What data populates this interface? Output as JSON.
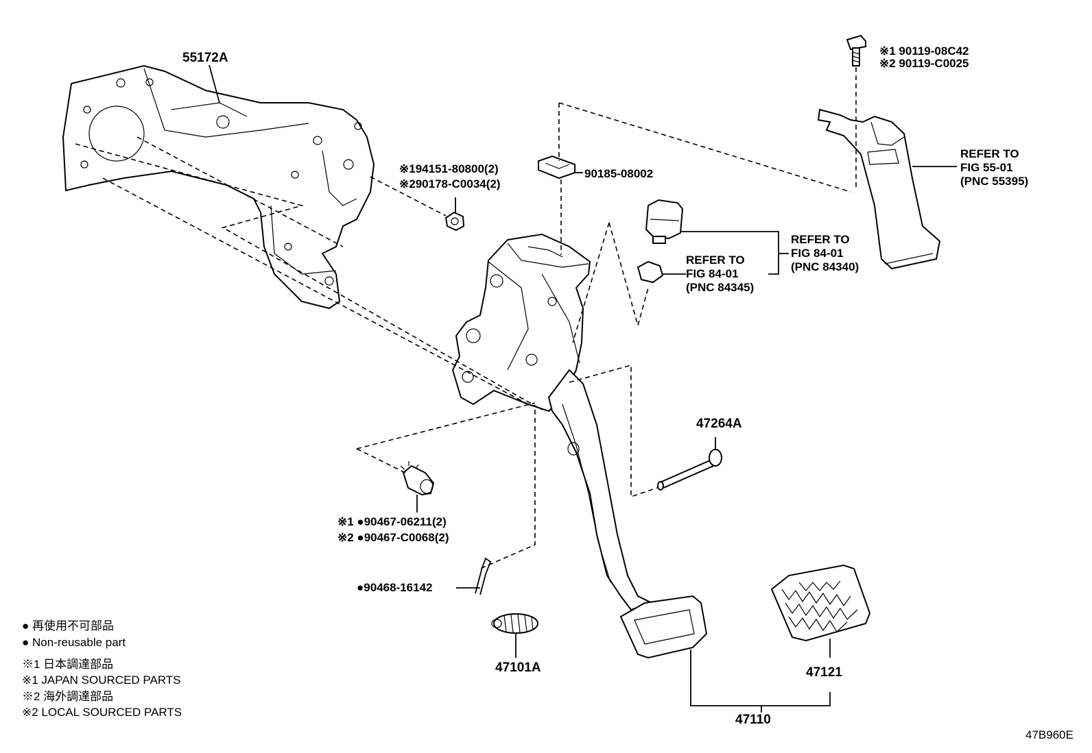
{
  "diagram_id": "47B960E",
  "parts": {
    "p55172a": "55172A",
    "p90185": "90185-08002",
    "p47264a": "47264A",
    "p47101a": "47101A",
    "p47121": "47121",
    "p47110": "47110",
    "p90468": "90468-16142"
  },
  "bolt": {
    "line1": "※1 90119-08C42",
    "line2": "※2 90119-C0025"
  },
  "nut": {
    "line1": "※194151-80800(2)",
    "line2": "※290178-C0034(2)"
  },
  "grommet": {
    "line1": "※1 ●90467-06211(2)",
    "line2": "※2 ●90467-C0068(2)"
  },
  "refs": {
    "r55395": {
      "l1": "REFER TO",
      "l2": "FIG 55-01",
      "l3": "(PNC 55395)"
    },
    "r84340": {
      "l1": "REFER TO",
      "l2": "FIG 84-01",
      "l3": "(PNC 84340)"
    },
    "r84345": {
      "l1": "REFER TO",
      "l2": "FIG 84-01",
      "l3": "(PNC 84345)"
    }
  },
  "legend": {
    "nonreusable_jp": "● 再使用不可部品",
    "nonreusable_en": "● Non-reusable part",
    "japan_jp": "※1 日本調達部品",
    "japan_en": "※1 JAPAN SOURCED PARTS",
    "local_jp": "※2 海外調達部品",
    "local_en": "※2 LOCAL SOURCED PARTS"
  }
}
